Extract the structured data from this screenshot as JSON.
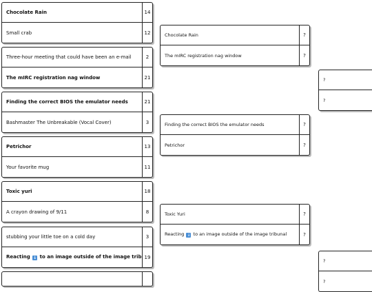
{
  "round1": [
    {
      "top": {
        "name": "Chocolate Rain",
        "score": "14"
      },
      "bottom": {
        "name": "Small crab",
        "score": "12"
      },
      "winner": "top"
    },
    {
      "top": {
        "name": "Three-hour meeting that could have been an e-mail",
        "score": "2"
      },
      "bottom": {
        "name": "The mIRC registration nag window",
        "score": "21"
      },
      "winner": "bottom"
    },
    {
      "top": {
        "name": "Finding the correct BIOS the emulator needs",
        "score": "21"
      },
      "bottom": {
        "name": "Bashmaster The Unbreakable (Vocal Cover)",
        "score": "3"
      },
      "winner": "top"
    },
    {
      "top": {
        "name": "Petrichor",
        "score": "13"
      },
      "bottom": {
        "name": "Your favorite mug",
        "score": "11"
      },
      "winner": "top"
    },
    {
      "top": {
        "name": "Toxic yuri",
        "score": "18"
      },
      "bottom": {
        "name": "A crayon drawing of 9/11",
        "score": "8"
      },
      "winner": "top"
    },
    {
      "top": {
        "name": "stubbing your little toe on a cold day",
        "score": "3"
      },
      "bottom": {
        "name_pre": "Reacting ",
        "icon": "down-arrow-emoji-icon",
        "name_post": " to an image outside of the image tribunal",
        "score": "19"
      },
      "winner": "bottom"
    }
  ],
  "round2": [
    {
      "top": {
        "name": "Chocolate Rain",
        "score": "?"
      },
      "bottom": {
        "name": "The mIRC registration nag window",
        "score": "?"
      }
    },
    {
      "top": {
        "name": "Finding the correct BIOS the emulator needs",
        "score": "?"
      },
      "bottom": {
        "name": "Petrichor",
        "score": "?"
      }
    },
    {
      "top": {
        "name": "Toxic Yuri",
        "score": "?"
      },
      "bottom": {
        "name_pre": "Reacting ",
        "icon": "down-arrow-emoji-icon",
        "name_post": " to an image outside of the image tribunal",
        "score": "?"
      }
    }
  ],
  "round3": [
    {
      "top": {
        "name": "",
        "score": "?"
      },
      "bottom": {
        "name": "",
        "score": "?"
      }
    },
    {
      "top": {
        "name": "",
        "score": "?"
      },
      "bottom": {
        "name": "",
        "score": "?"
      }
    }
  ],
  "colors": {
    "border": "#222222",
    "emoji": "#4a8fd6"
  }
}
